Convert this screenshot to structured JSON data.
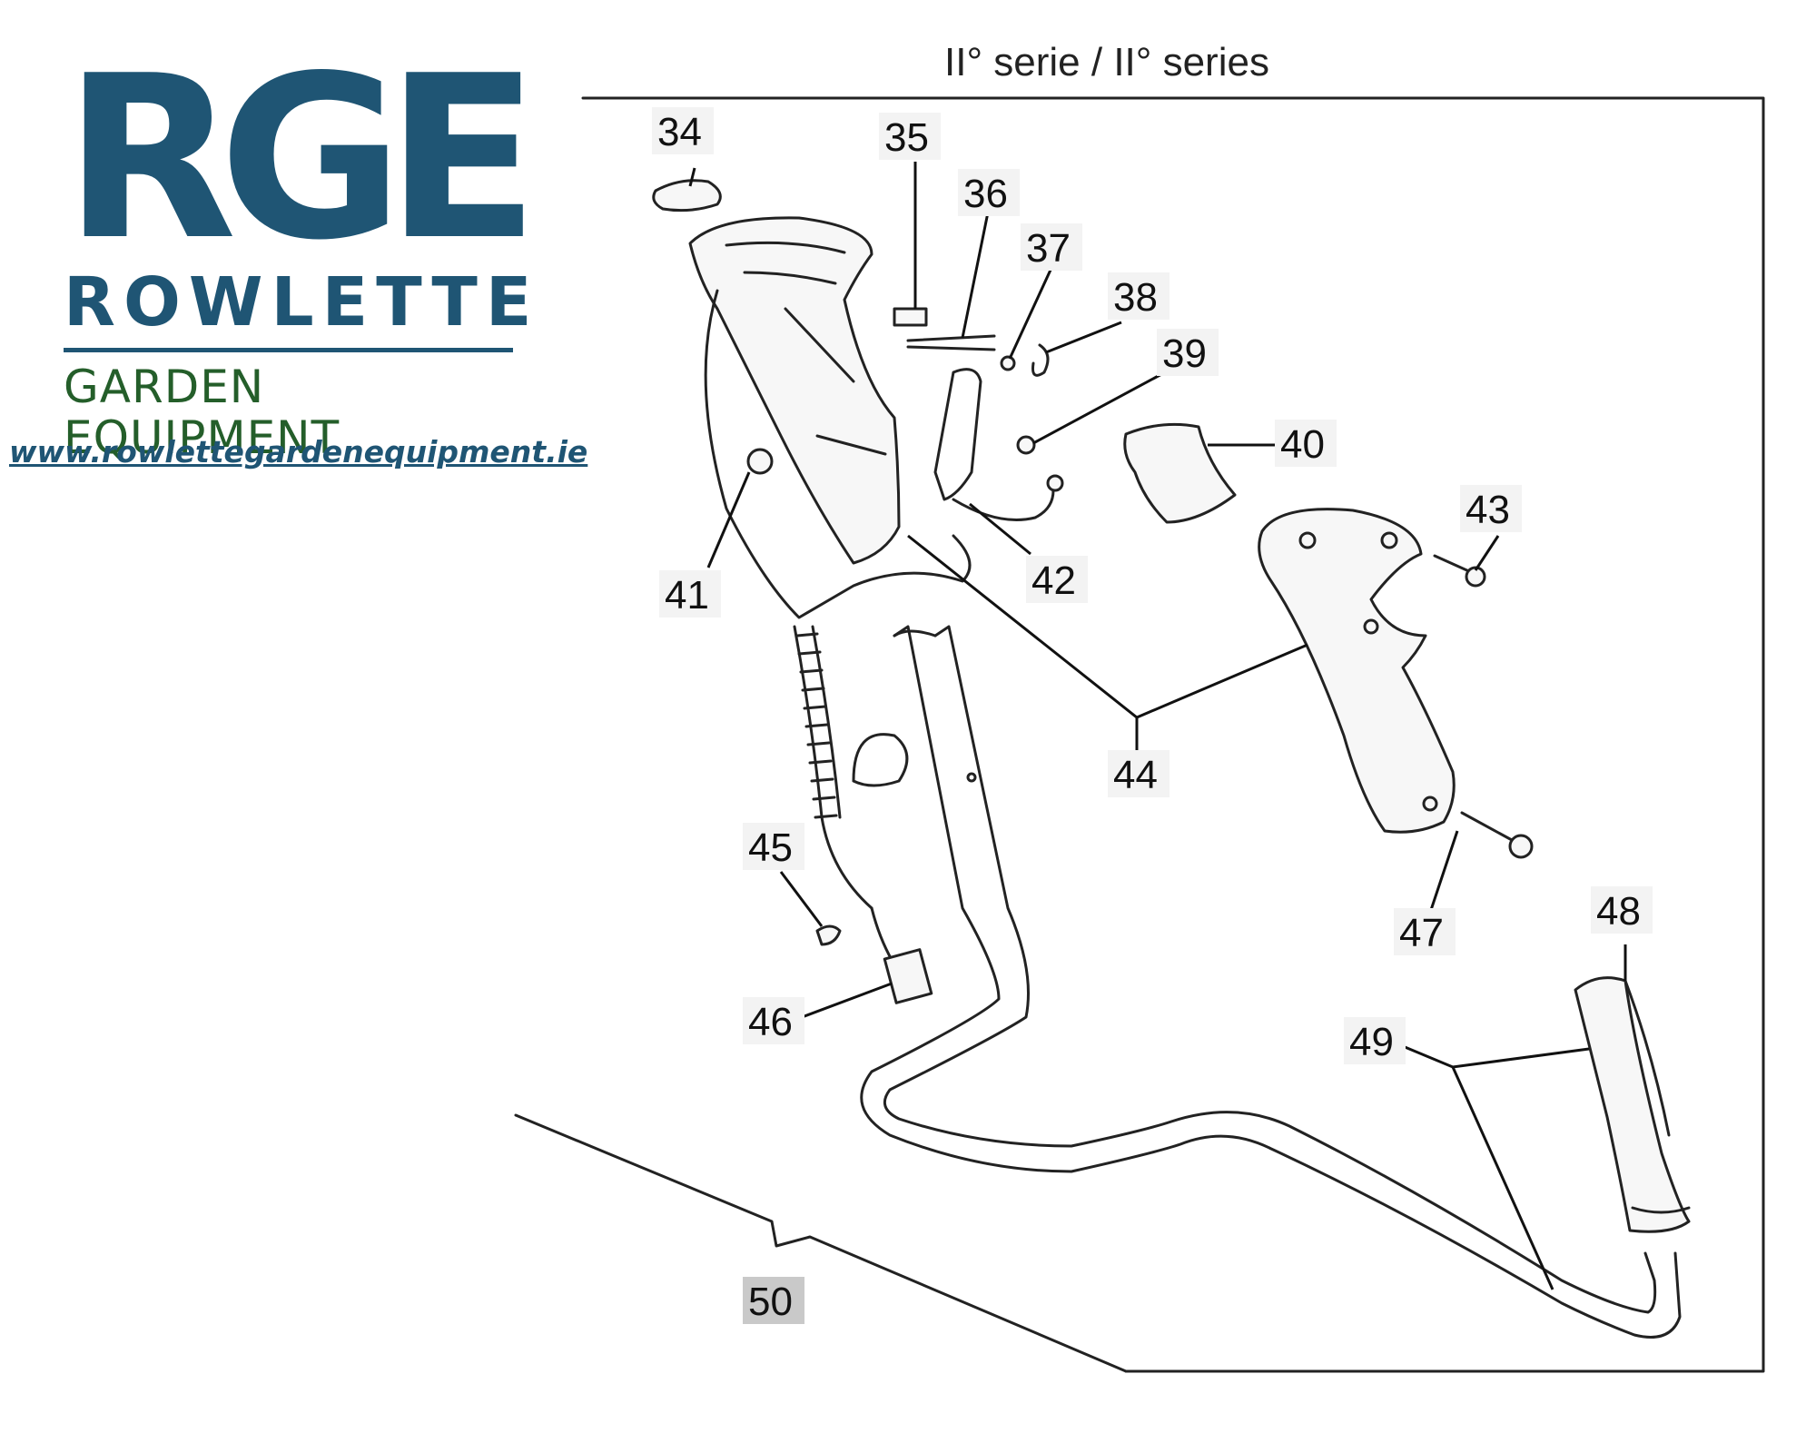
{
  "brand": {
    "logo_letters": "RGE",
    "name": "ROWLETTE",
    "tagline": "GARDEN EQUIPMENT",
    "website": "www.rowlettegardenequipment.ie",
    "primary_color": "#1f5574",
    "secondary_color": "#245e2a"
  },
  "diagram": {
    "series_title": "II° serie / II° series",
    "callouts": [
      {
        "id": "c34",
        "label": "34"
      },
      {
        "id": "c35",
        "label": "35"
      },
      {
        "id": "c36",
        "label": "36"
      },
      {
        "id": "c37",
        "label": "37"
      },
      {
        "id": "c38",
        "label": "38"
      },
      {
        "id": "c39",
        "label": "39"
      },
      {
        "id": "c40",
        "label": "40"
      },
      {
        "id": "c41",
        "label": "41"
      },
      {
        "id": "c42",
        "label": "42"
      },
      {
        "id": "c43",
        "label": "43"
      },
      {
        "id": "c44",
        "label": "44"
      },
      {
        "id": "c45",
        "label": "45"
      },
      {
        "id": "c46",
        "label": "46"
      },
      {
        "id": "c47",
        "label": "47"
      },
      {
        "id": "c48",
        "label": "48"
      },
      {
        "id": "c49",
        "label": "49"
      },
      {
        "id": "c50",
        "label": "50"
      }
    ]
  }
}
